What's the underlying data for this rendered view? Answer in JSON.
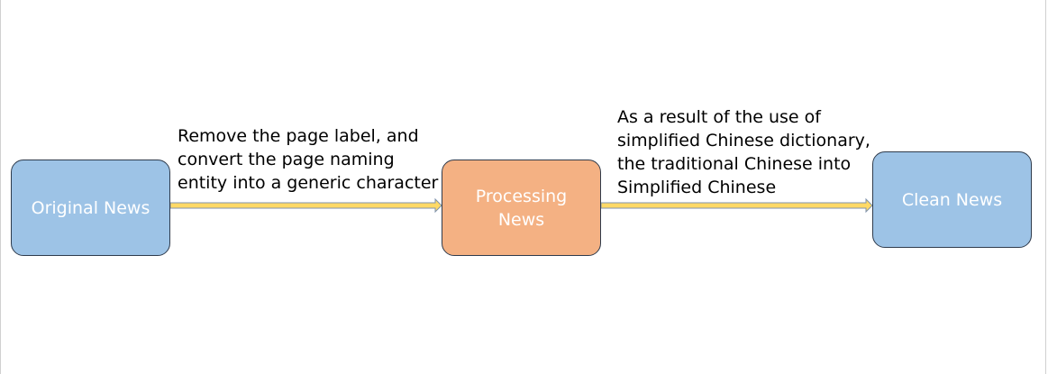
{
  "colors": {
    "blue_node": "#9dc3e6",
    "orange_node": "#f4b183",
    "arrow_fill": "#ffd966",
    "arrow_stroke": "#7f93ad"
  },
  "nodes": [
    {
      "id": "original",
      "label": "Original News",
      "color": "#9dc3e6"
    },
    {
      "id": "processing",
      "label": "Processing\nNews",
      "color": "#f4b183"
    },
    {
      "id": "clean",
      "label": "Clean News",
      "color": "#9dc3e6"
    }
  ],
  "edges": [
    {
      "from": "original",
      "to": "processing",
      "label": "Remove the page label, and\nconvert the page naming\nentity into a generic character"
    },
    {
      "from": "processing",
      "to": "clean",
      "label": "As a result of the use of\nsimplified Chinese dictionary,\nthe traditional Chinese into\nSimplified Chinese"
    }
  ]
}
